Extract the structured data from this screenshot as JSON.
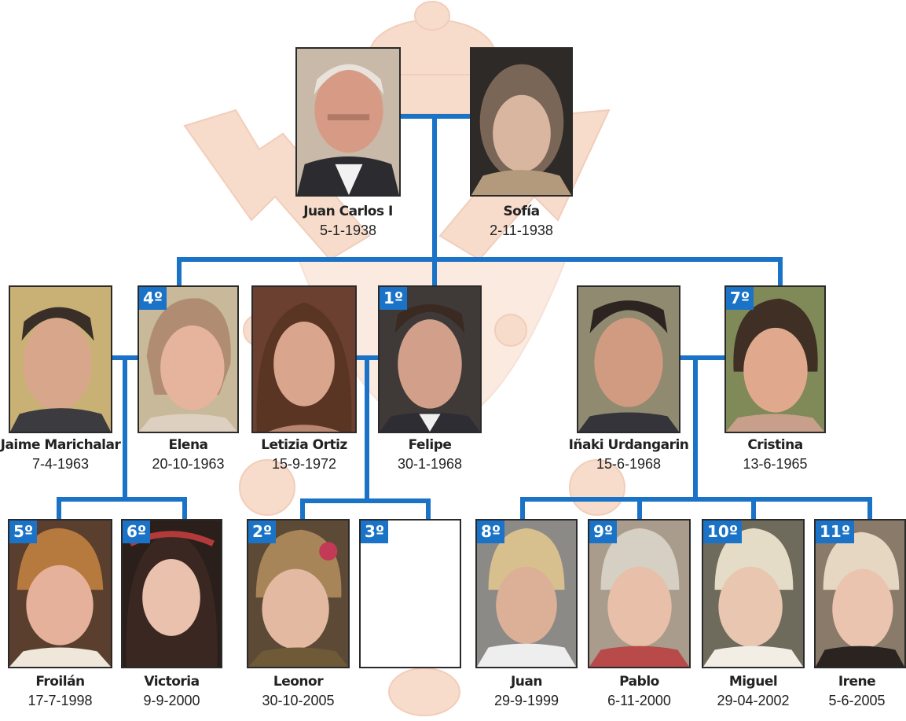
{
  "colors": {
    "connector": "#1a73c6",
    "badge": "#1a73c6",
    "crest": "#f6d3bf"
  },
  "people": {
    "juan_carlos": {
      "name": "Juan Carlos I",
      "date": "5-1-1938"
    },
    "sofia": {
      "name": "Sofía",
      "date": "2-11-1938"
    },
    "jaime": {
      "name": "Jaime Marichalar",
      "date": "7-4-1963"
    },
    "elena": {
      "name": "Elena",
      "date": "20-10-1963",
      "badge": "4º"
    },
    "letizia": {
      "name": "Letizia Ortiz",
      "date": "15-9-1972"
    },
    "felipe": {
      "name": "Felipe",
      "date": "30-1-1968",
      "badge": "1º"
    },
    "inaki": {
      "name": "Iñaki Urdangarin",
      "date": "15-6-1968"
    },
    "cristina": {
      "name": "Cristina",
      "date": "13-6-1965",
      "badge": "7º"
    },
    "froilan": {
      "name": "Froilán",
      "date": "17-7-1998",
      "badge": "5º"
    },
    "victoria": {
      "name": "Victoria",
      "date": "9-9-2000",
      "badge": "6º"
    },
    "leonor": {
      "name": "Leonor",
      "date": "30-10-2005",
      "badge": "2º"
    },
    "blank": {
      "badge": "3º"
    },
    "juan": {
      "name": "Juan",
      "date": "29-9-1999",
      "badge": "8º"
    },
    "pablo": {
      "name": "Pablo",
      "date": "6-11-2000",
      "badge": "9º"
    },
    "miguel": {
      "name": "Miguel",
      "date": "29-04-2002",
      "badge": "10º"
    },
    "irene": {
      "name": "Irene",
      "date": "5-6-2005",
      "badge": "11º"
    }
  }
}
